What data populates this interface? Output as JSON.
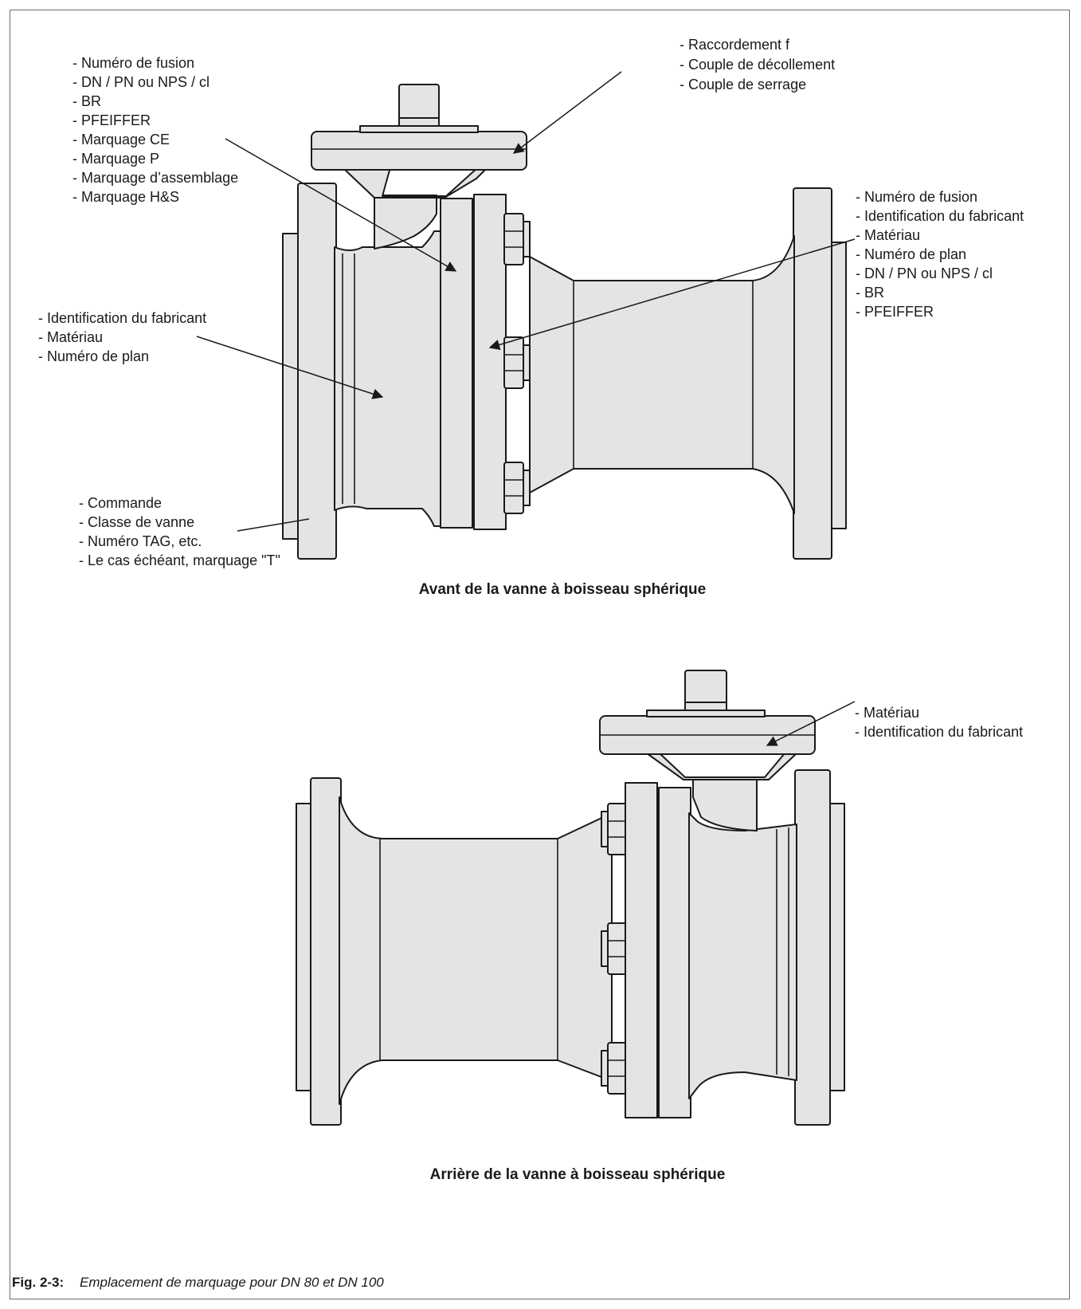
{
  "front_view": {
    "title": "Avant de la vanne à boisseau sphérique",
    "callouts": {
      "top_left": [
        "- Numéro de fusion",
        "- DN / PN ou NPS / cl",
        "- BR",
        "- PFEIFFER",
        "- Marquage CE",
        "- Marquage P",
        "- Marquage d’assemblage",
        "- Marquage H&S"
      ],
      "top_right": [
        "- Raccordement f",
        "- Couple de décollement",
        "- Couple de serrage"
      ],
      "right": [
        "- Numéro de fusion",
        "- Identification du fabricant",
        "- Matériau",
        "- Numéro de plan",
        "- DN / PN ou NPS / cl",
        "- BR",
        "- PFEIFFER"
      ],
      "mid_left": [
        "- Identification du fabricant",
        "- Matériau",
        "- Numéro de plan"
      ],
      "bottom_left": [
        "- Commande",
        "- Classe de vanne",
        "- Numéro TAG, etc.",
        "- Le cas échéant, marquage \"T\""
      ]
    }
  },
  "rear_view": {
    "title": "Arrière de la vanne à boisseau sphérique",
    "callouts": {
      "top_right": [
        "- Matériau",
        "- Identification du fabricant"
      ]
    }
  },
  "caption": {
    "number": "Fig. 2-3:",
    "text": "Emplacement de marquage pour DN 80 et DN 100"
  },
  "colors": {
    "part_fill": "#e3e4e6",
    "outline": "#1a1a1a",
    "frame": "#6e6e6e"
  }
}
